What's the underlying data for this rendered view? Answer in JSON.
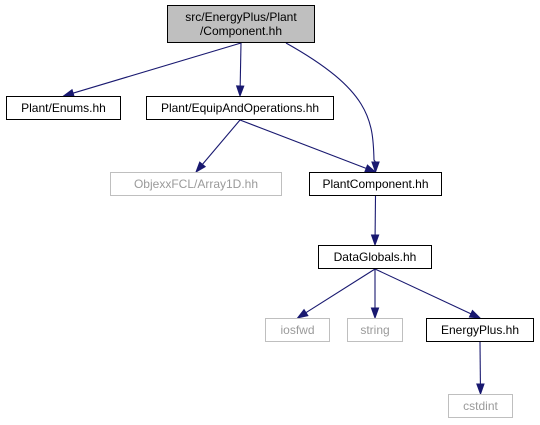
{
  "diagram": {
    "edge_color": "#191970",
    "nodes": [
      {
        "id": "component",
        "lines": [
          "src/EnergyPlus/Plant",
          "/Component.hh"
        ],
        "style": "root"
      },
      {
        "id": "enums",
        "lines": [
          "Plant/Enums.hh"
        ],
        "style": "normal"
      },
      {
        "id": "equip",
        "lines": [
          "Plant/EquipAndOperations.hh"
        ],
        "style": "normal"
      },
      {
        "id": "objexx",
        "lines": [
          "ObjexxFCL/Array1D.hh"
        ],
        "style": "external"
      },
      {
        "id": "plantcomponent",
        "lines": [
          "PlantComponent.hh"
        ],
        "style": "normal"
      },
      {
        "id": "dataglobals",
        "lines": [
          "DataGlobals.hh"
        ],
        "style": "normal"
      },
      {
        "id": "iosfwd",
        "lines": [
          "iosfwd"
        ],
        "style": "external"
      },
      {
        "id": "string",
        "lines": [
          "string"
        ],
        "style": "external"
      },
      {
        "id": "energyplus",
        "lines": [
          "EnergyPlus.hh"
        ],
        "style": "normal"
      },
      {
        "id": "cstdint",
        "lines": [
          "cstdint"
        ],
        "style": "external"
      }
    ],
    "edges": [
      {
        "from": "component",
        "to": "enums"
      },
      {
        "from": "component",
        "to": "equip"
      },
      {
        "from": "component",
        "to": "plantcomponent"
      },
      {
        "from": "equip",
        "to": "objexx"
      },
      {
        "from": "equip",
        "to": "plantcomponent"
      },
      {
        "from": "plantcomponent",
        "to": "dataglobals"
      },
      {
        "from": "dataglobals",
        "to": "iosfwd"
      },
      {
        "from": "dataglobals",
        "to": "string"
      },
      {
        "from": "dataglobals",
        "to": "energyplus"
      },
      {
        "from": "energyplus",
        "to": "cstdint"
      }
    ]
  }
}
